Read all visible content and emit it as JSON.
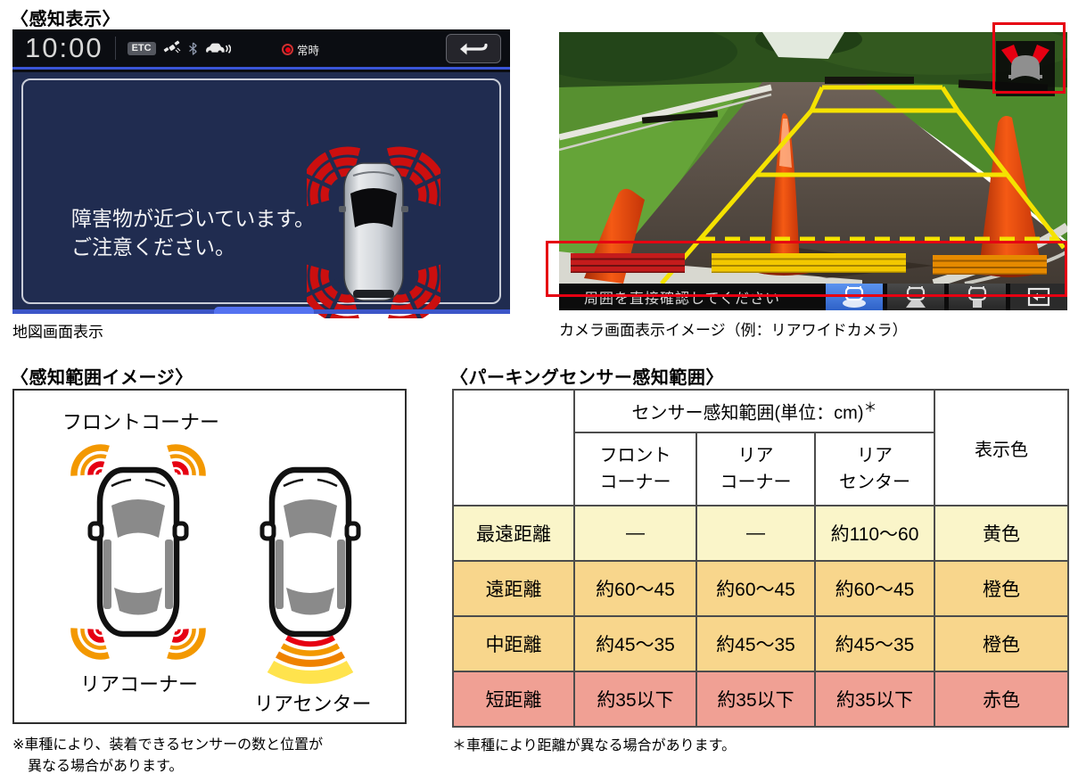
{
  "detection_display": {
    "heading": "〈感知表示〉",
    "caption": "地図画面表示",
    "status_bar": {
      "time": "10:00",
      "etc_label": "ETC",
      "mode_label": "常時",
      "icons": [
        "etc-badge",
        "gps-satellite-icon",
        "bluetooth-icon",
        "vics-car-signal-icon",
        "record-dot-icon",
        "return-arrow-icon"
      ]
    },
    "warning": {
      "line1": "障害物が近づいています。",
      "line2": "ご注意ください。"
    }
  },
  "camera_display": {
    "caption": "カメラ画面表示イメージ（例：リアワイドカメラ）",
    "toolbar": {
      "message": "周囲を直接確認してください",
      "icons": [
        "rear-wide-view-icon",
        "rear-normal-view-icon",
        "rear-narrow-view-icon",
        "camera-exit-icon"
      ]
    },
    "corner_indicator": "rear-sensor-alert-icon"
  },
  "range_image": {
    "heading": "〈感知範囲イメージ〉",
    "front_corner_label": "フロントコーナー",
    "rear_corner_label": "リアコーナー",
    "rear_center_label": "リアセンター",
    "note_line1": "※車種により、装着できるセンサーの数と位置が",
    "note_line2": "異なる場合があります。"
  },
  "sensor_table": {
    "heading": "〈パーキングセンサー感知範囲〉",
    "span_header": "センサー感知範囲(単位：cm)",
    "span_mark": "＊",
    "color_header": "表示色",
    "col_headers": [
      "フロント\nコーナー",
      "リア\nコーナー",
      "リア\nセンター"
    ],
    "rows": [
      {
        "label": "最遠距離",
        "front": "—",
        "rear": "—",
        "center": "約110〜60",
        "color": "黄色",
        "bg": "#faf5c9"
      },
      {
        "label": "遠距離",
        "front": "約60〜45",
        "rear": "約60〜45",
        "center": "約60〜45",
        "color": "橙色",
        "bg": "#f8d68c"
      },
      {
        "label": "中距離",
        "front": "約45〜35",
        "rear": "約45〜35",
        "center": "約45〜35",
        "color": "橙色",
        "bg": "#f8d68c"
      },
      {
        "label": "短距離",
        "front": "約35以下",
        "rear": "約35以下",
        "center": "約35以下",
        "color": "赤色",
        "bg": "#f0a094"
      }
    ],
    "footnote": "＊車種により距離が異なる場合があります。"
  },
  "colors": {
    "annotation_red": "#e60012",
    "sensor_red": "#e60012",
    "sensor_orange": "#f39800",
    "sensor_yellow": "#ffe100",
    "nav_background": "#202c50",
    "accent_blue": "#3c55c8",
    "guide_line_yellow": "#f5e200"
  }
}
